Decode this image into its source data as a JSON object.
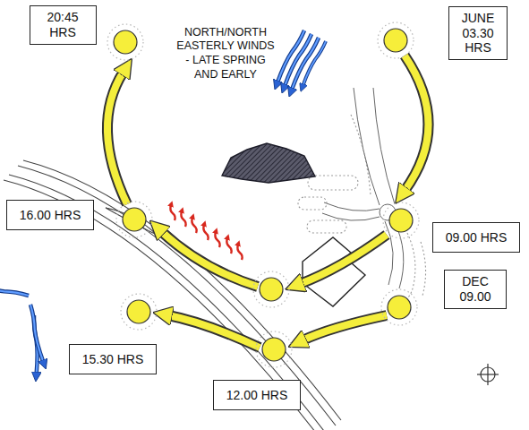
{
  "diagram": {
    "nodes": [
      {
        "text": [
          "20:45 HRS"
        ]
      },
      {
        "text": [
          "JUNE 03.30 HRS"
        ]
      },
      {
        "text": [
          "16.00 HRS"
        ]
      },
      {
        "text": [
          "09.00 HRS"
        ]
      },
      {
        "text": [
          "DEC 09.00"
        ]
      },
      {
        "text": [
          "15.30 HRS"
        ]
      },
      {
        "text": [
          "12.00 HRS"
        ]
      }
    ],
    "labels": [
      "NORTH/NORTH EASTERLY WINDS - LATE SPRING AND EARLY"
    ]
  }
}
